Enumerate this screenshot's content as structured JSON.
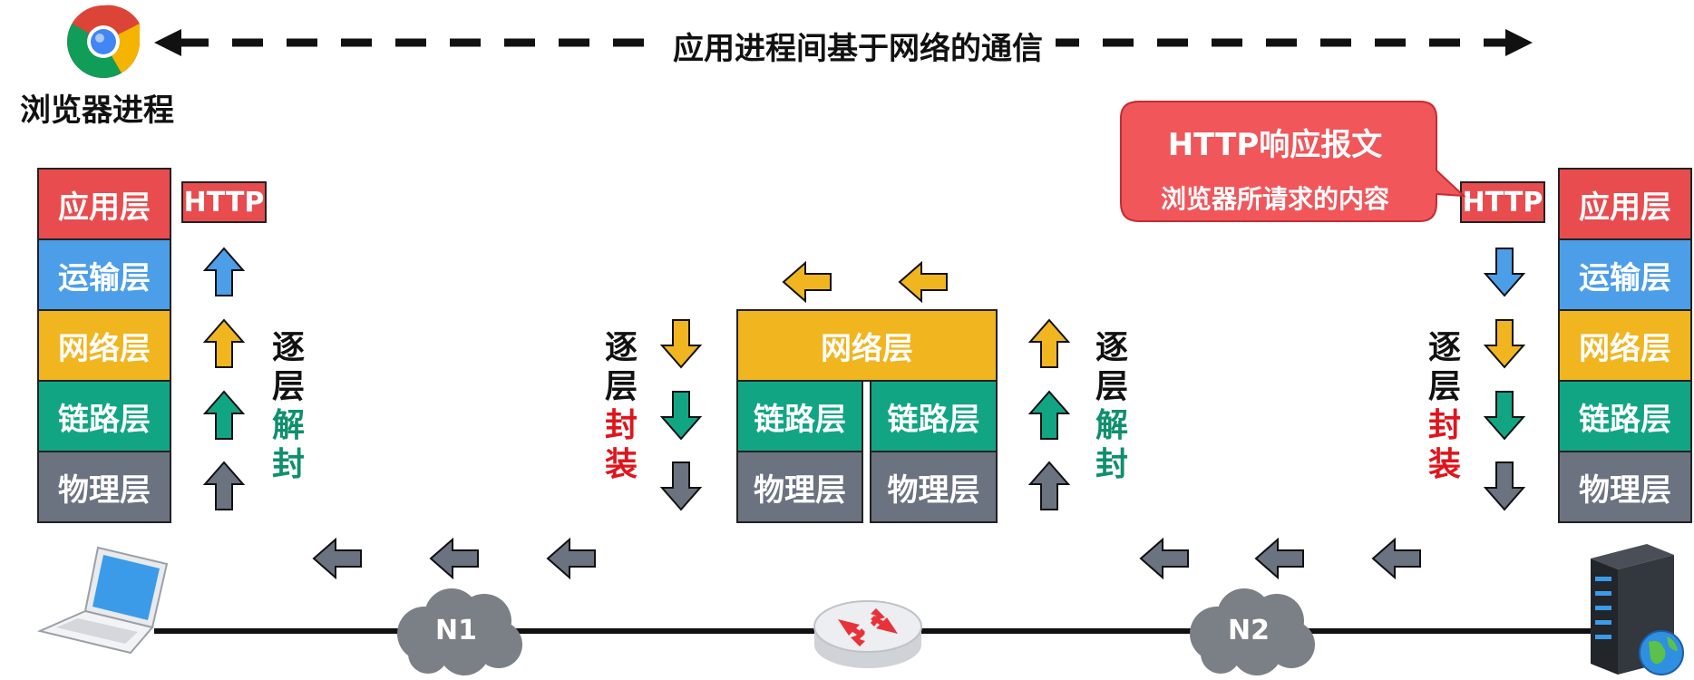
{
  "title": "应用进程间基于网络的通信",
  "browser_process": "浏览器进程",
  "layers": {
    "app": "应用层",
    "transport": "运输层",
    "network": "网络层",
    "link": "链路层",
    "physical": "物理层"
  },
  "http_tag": "HTTP",
  "callout": {
    "line1": "HTTP响应报文",
    "line2": "浏览器所请求的内容"
  },
  "labels": {
    "decap": [
      "逐",
      "层",
      "解",
      "封"
    ],
    "encap": [
      "逐",
      "层",
      "封",
      "装"
    ]
  },
  "networks": {
    "n1": "N1",
    "n2": "N2"
  },
  "colors": {
    "app": "#e94c4f",
    "transport": "#4c9ee8",
    "network": "#f0b51f",
    "link": "#12a584",
    "physical": "#6b7280",
    "encap_text": "#e0141c",
    "decap_text": "#0f8f6e"
  },
  "icons": [
    "chrome-icon",
    "laptop-icon",
    "router-icon",
    "server-icon",
    "cloud-icon"
  ]
}
